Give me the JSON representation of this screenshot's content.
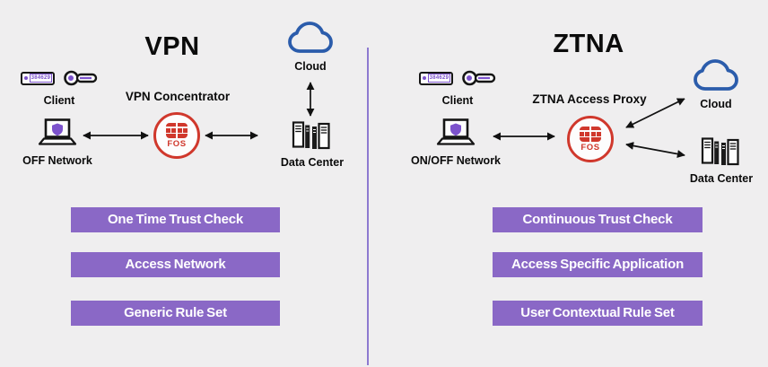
{
  "colors": {
    "background": "#efeeef",
    "banner_purple": "#8a68c6",
    "divider_purple": "#8d7ad0",
    "fortinet_red": "#d0382c",
    "cloud_blue": "#2b5cab",
    "device_purple": "#7c52cc",
    "arrow_black": "#111111"
  },
  "vpn": {
    "title": "VPN",
    "client": {
      "label": "Client",
      "token_code": "384629"
    },
    "node": {
      "label": "VPN Concentrator",
      "core": "FOS"
    },
    "cloud_label": "Cloud",
    "datacenter_label": "Data Center",
    "network_label": "OFF Network",
    "banners": [
      "One Time Trust Check",
      "Access Network",
      "Generic Rule Set"
    ]
  },
  "ztna": {
    "title": "ZTNA",
    "client": {
      "label": "Client",
      "token_code": "384629"
    },
    "node": {
      "label": "ZTNA Access Proxy",
      "core": "FOS"
    },
    "cloud_label": "Cloud",
    "datacenter_label": "Data Center",
    "network_label": "ON/OFF Network",
    "banners": [
      "Continuous Trust Check",
      "Access Specific Application",
      "User Contextual Rule Set"
    ]
  }
}
